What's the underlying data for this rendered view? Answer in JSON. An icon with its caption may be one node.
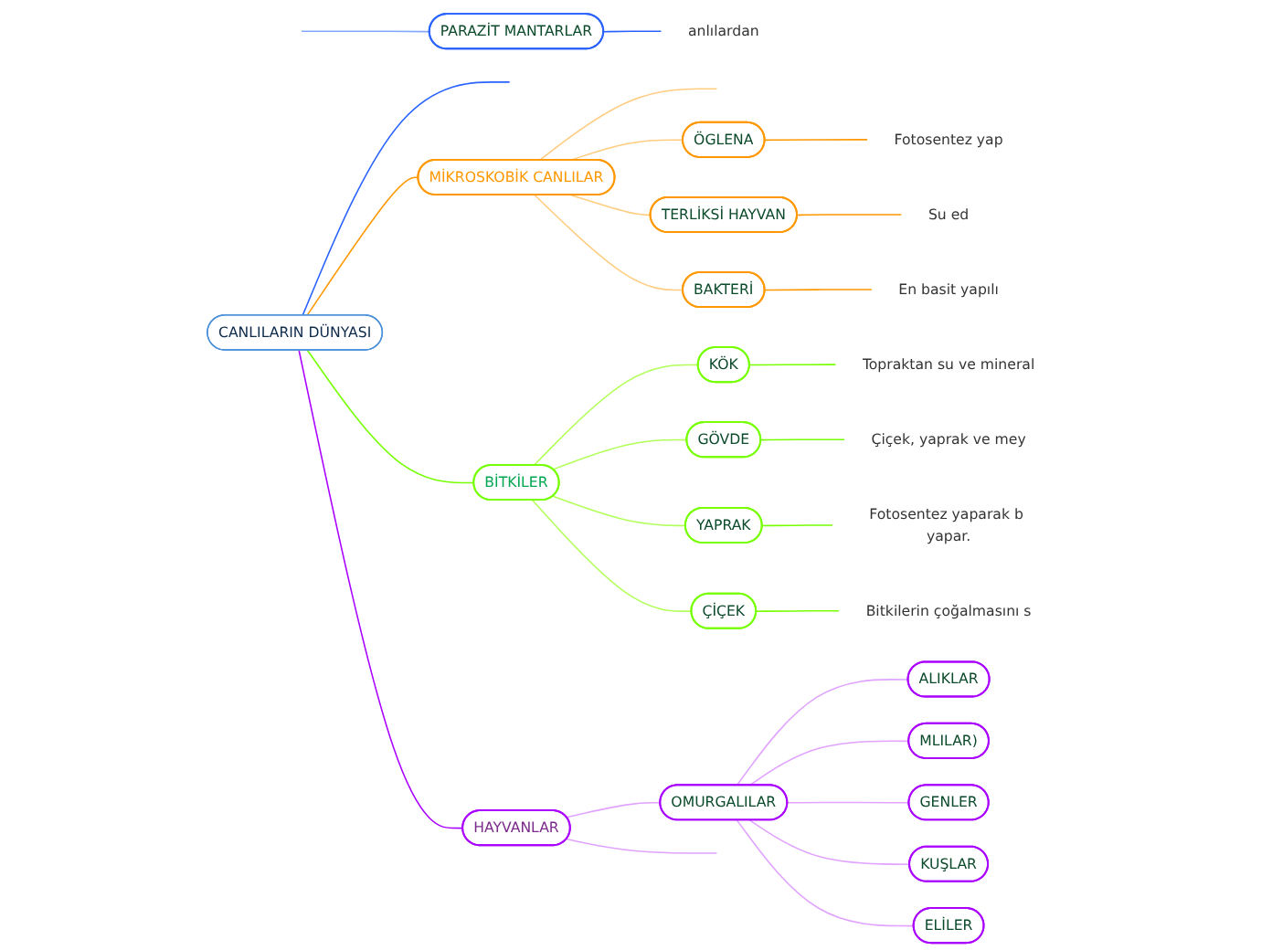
{
  "diagram": {
    "nodes": [
      {
        "text": [
          "CANLILARIN DÜNYASI"
        ]
      },
      {
        "text": [
          "PARAZİT MANTARLAR"
        ]
      },
      {
        "text": [
          "anlılardan"
        ]
      },
      {
        "text": [
          "MİKROSKOBİK CANLILAR"
        ]
      },
      {
        "text": [
          "ÖGLENA"
        ]
      },
      {
        "text": [
          "Fotosentez yap"
        ]
      },
      {
        "text": [
          "TERLİKSİ HAYVAN"
        ]
      },
      {
        "text": [
          "Su ed"
        ]
      },
      {
        "text": [
          "BAKTERİ"
        ]
      },
      {
        "text": [
          "En basit yapılı"
        ]
      },
      {
        "text": [
          "BİTKİLER"
        ]
      },
      {
        "text": [
          "KÖK"
        ]
      },
      {
        "text": [
          "Topraktan su ve mineral"
        ]
      },
      {
        "text": [
          "GÖVDE"
        ]
      },
      {
        "text": [
          "Çiçek, yaprak ve mey"
        ]
      },
      {
        "text": [
          "YAPRAK"
        ]
      },
      {
        "text": [
          "Fotosentez yaparak b yapar."
        ]
      },
      {
        "text": [
          "ÇİÇEK"
        ]
      },
      {
        "text": [
          "Bitkilerin çoğalmasını s"
        ]
      },
      {
        "text": [
          "HAYVANLAR"
        ]
      },
      {
        "text": [
          "OMURGALILAR"
        ]
      },
      {
        "text": [
          "ALIKLAR"
        ]
      },
      {
        "text": [
          "MLILAR)"
        ]
      },
      {
        "text": [
          "GENLER"
        ]
      },
      {
        "text": [
          "KUŞLAR"
        ]
      },
      {
        "text": [
          "ELİLER"
        ]
      }
    ],
    "edges": [
      {
        "from": 0,
        "to": null,
        "arrow": "none",
        "color": "#2962ff"
      },
      {
        "from": null,
        "to": 1,
        "arrow": "none",
        "color": "#82a8ff"
      },
      {
        "from": 1,
        "to": 2,
        "arrow": "none",
        "color": "#2962ff"
      },
      {
        "from": 0,
        "to": 3,
        "arrow": "none",
        "color": "#ff9800"
      },
      {
        "from": 3,
        "to": null,
        "arrow": "none",
        "color": "#ffcc80"
      },
      {
        "from": 3,
        "to": 4,
        "arrow": "none",
        "color": "#ffcc80"
      },
      {
        "from": 4,
        "to": 5,
        "arrow": "none",
        "color": "#ff9800"
      },
      {
        "from": 3,
        "to": 6,
        "arrow": "none",
        "color": "#ffcc80"
      },
      {
        "from": 6,
        "to": 7,
        "arrow": "none",
        "color": "#ff9800"
      },
      {
        "from": 3,
        "to": 8,
        "arrow": "none",
        "color": "#ffcc80"
      },
      {
        "from": 8,
        "to": 9,
        "arrow": "none",
        "color": "#ff9800"
      },
      {
        "from": 0,
        "to": 10,
        "arrow": "none",
        "color": "#76ff03"
      },
      {
        "from": 10,
        "to": 11,
        "arrow": "none",
        "color": "#b2ff59"
      },
      {
        "from": 11,
        "to": 12,
        "arrow": "none",
        "color": "#76ff03"
      },
      {
        "from": 10,
        "to": 13,
        "arrow": "none",
        "color": "#b2ff59"
      },
      {
        "from": 13,
        "to": 14,
        "arrow": "none",
        "color": "#76ff03"
      },
      {
        "from": 10,
        "to": 15,
        "arrow": "none",
        "color": "#b2ff59"
      },
      {
        "from": 15,
        "to": 16,
        "arrow": "none",
        "color": "#76ff03"
      },
      {
        "from": 10,
        "to": 17,
        "arrow": "none",
        "color": "#b2ff59"
      },
      {
        "from": 17,
        "to": 18,
        "arrow": "none",
        "color": "#76ff03"
      },
      {
        "from": 0,
        "to": 19,
        "arrow": "none",
        "color": "#aa00ff"
      },
      {
        "from": 19,
        "to": 20,
        "arrow": "none",
        "color": "#e1a3ff"
      },
      {
        "from": 19,
        "to": null,
        "arrow": "none",
        "color": "#e1a3ff"
      },
      {
        "from": 20,
        "to": 21,
        "arrow": "none",
        "color": "#e1a3ff"
      },
      {
        "from": 20,
        "to": 22,
        "arrow": "none",
        "color": "#e1a3ff"
      },
      {
        "from": 20,
        "to": 23,
        "arrow": "none",
        "color": "#e1a3ff"
      },
      {
        "from": 20,
        "to": 24,
        "arrow": "none",
        "color": "#e1a3ff"
      },
      {
        "from": 20,
        "to": 25,
        "arrow": "none",
        "color": "#e1a3ff"
      }
    ]
  }
}
